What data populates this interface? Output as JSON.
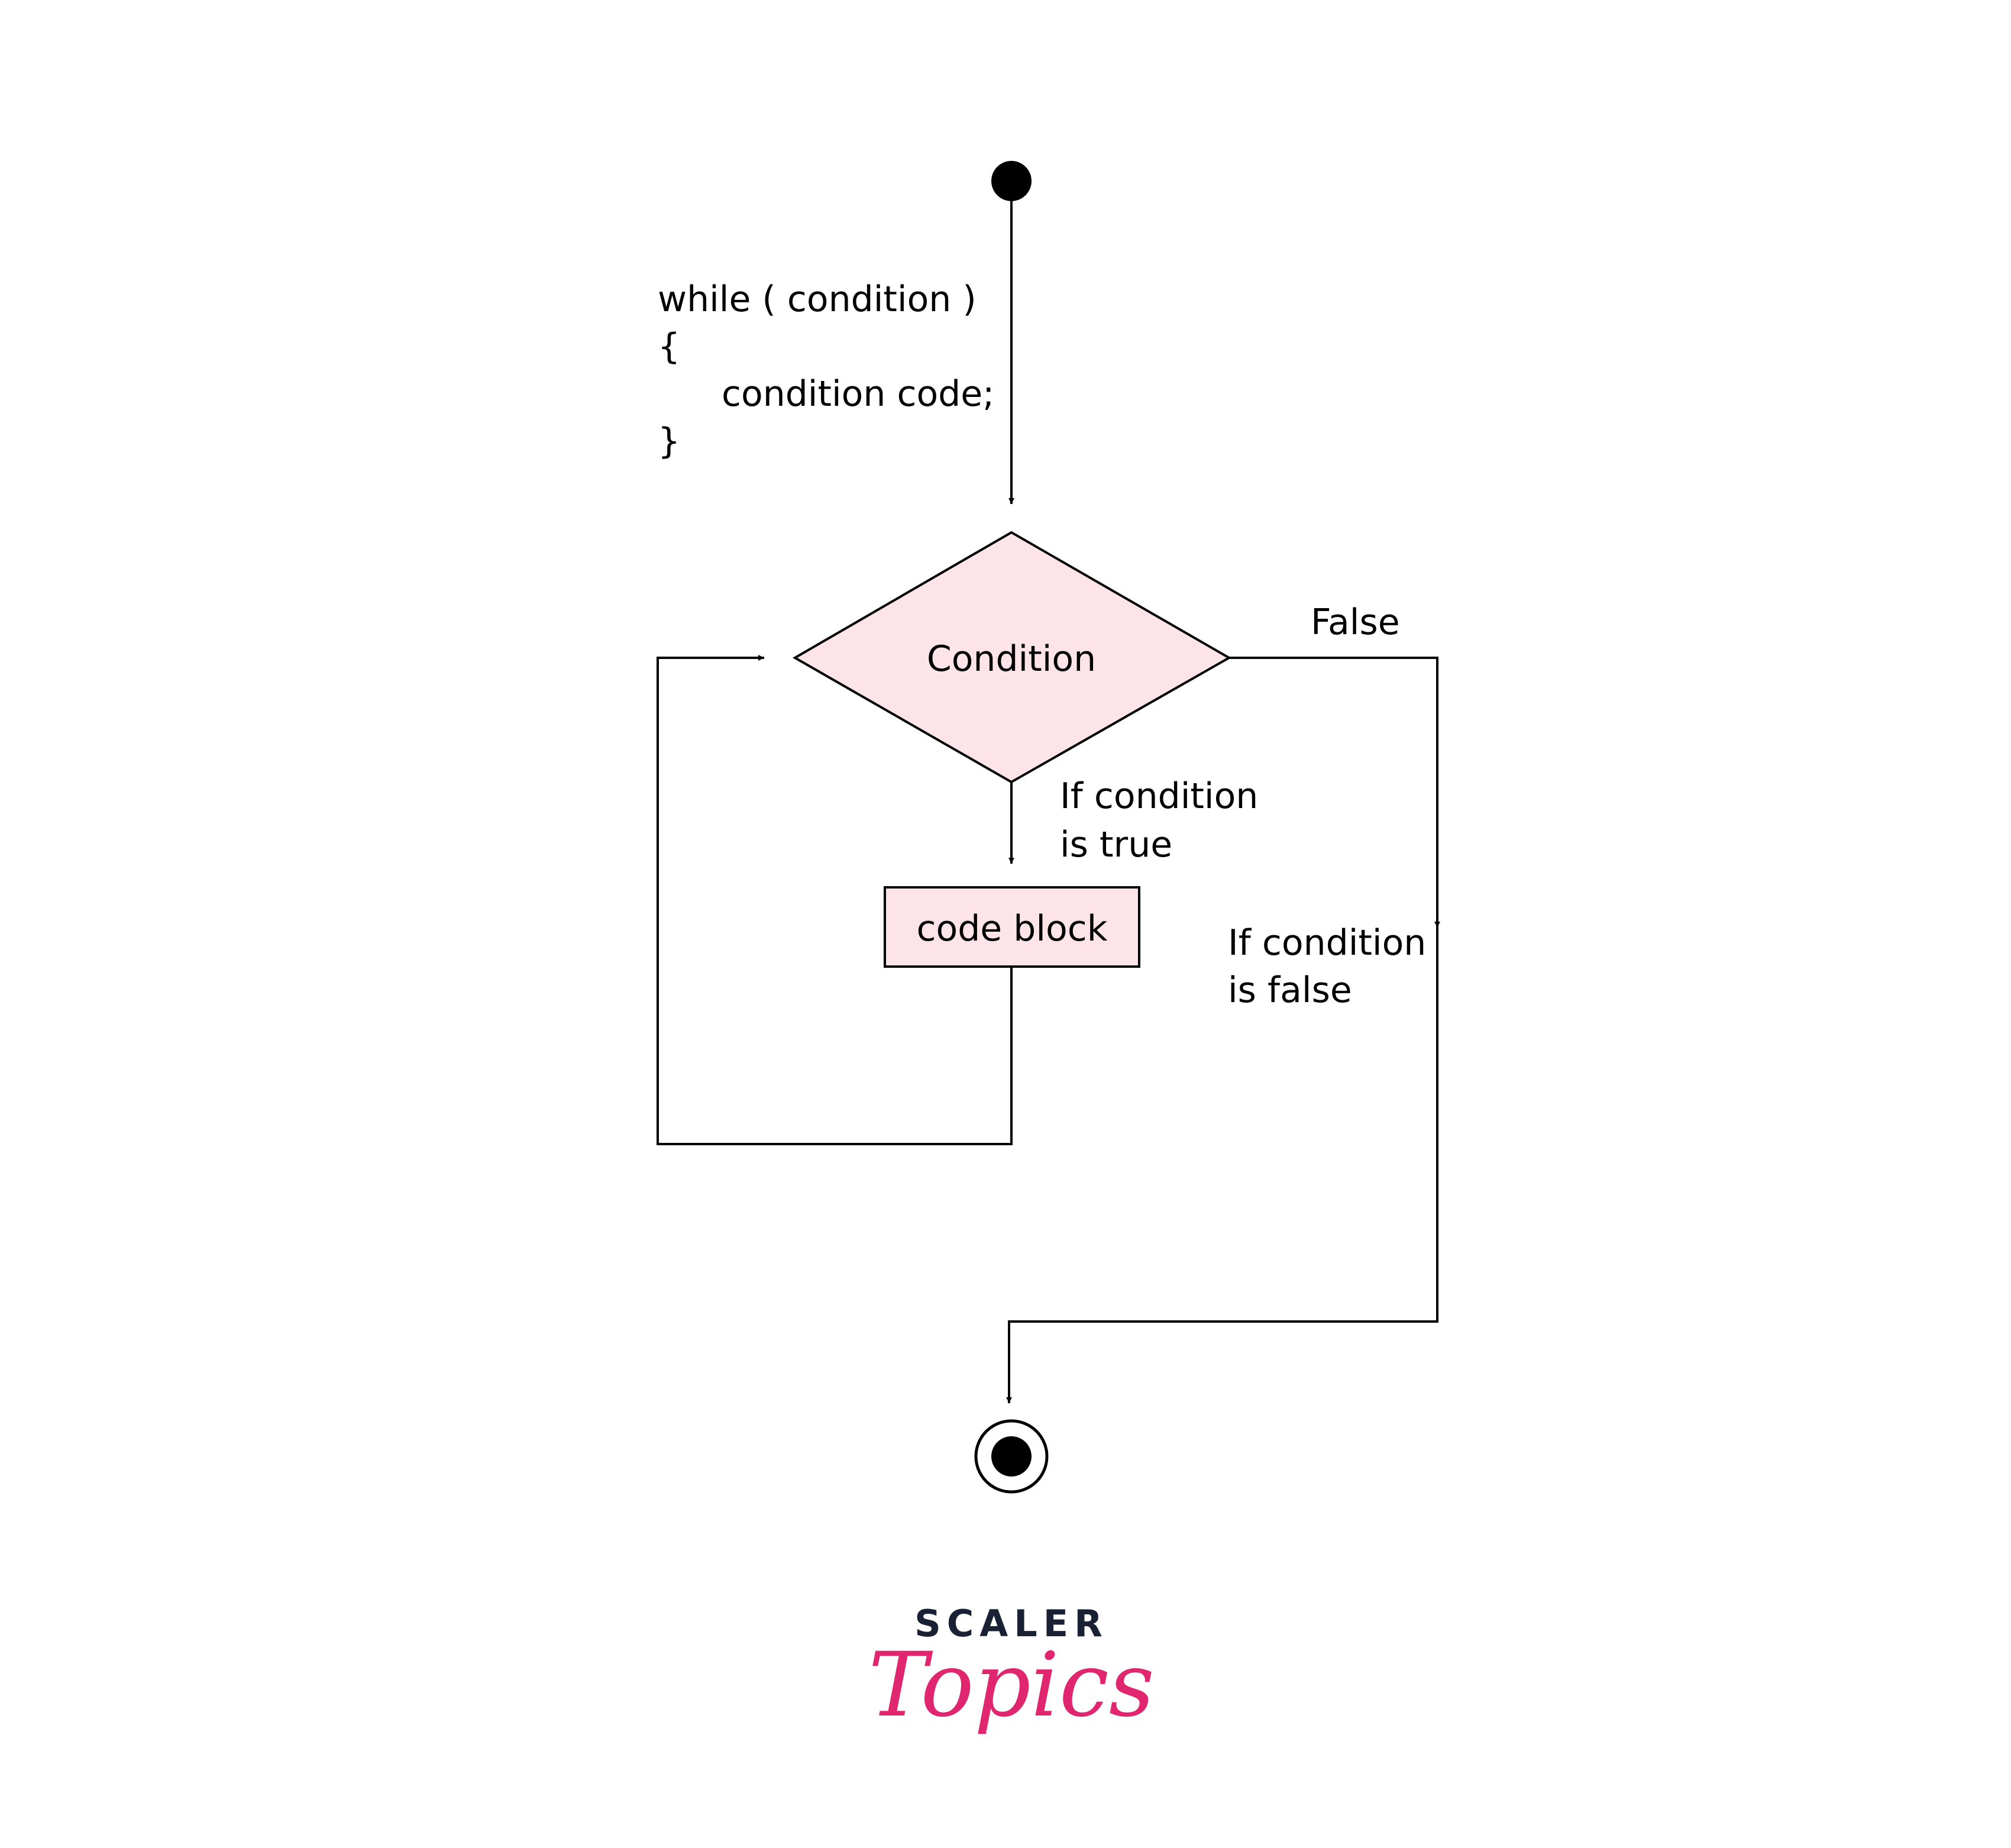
{
  "code_snippet": {
    "line1": "while ( condition )",
    "line2": "{",
    "line3": "condition code;",
    "line4": "}"
  },
  "nodes": {
    "decision_label": "Condition",
    "process_label": "code block"
  },
  "edges": {
    "false_label": "False",
    "true_label_line1": "If condition",
    "true_label_line2": "is true",
    "false_branch_line1": "If condition",
    "false_branch_line2": "is false"
  },
  "logo": {
    "brand": "SCALER",
    "product": "Topics"
  },
  "colors": {
    "node_fill": "#fde4e8",
    "stroke": "#000000",
    "logo_dark": "#1b2134",
    "logo_accent": "#e0266f"
  }
}
